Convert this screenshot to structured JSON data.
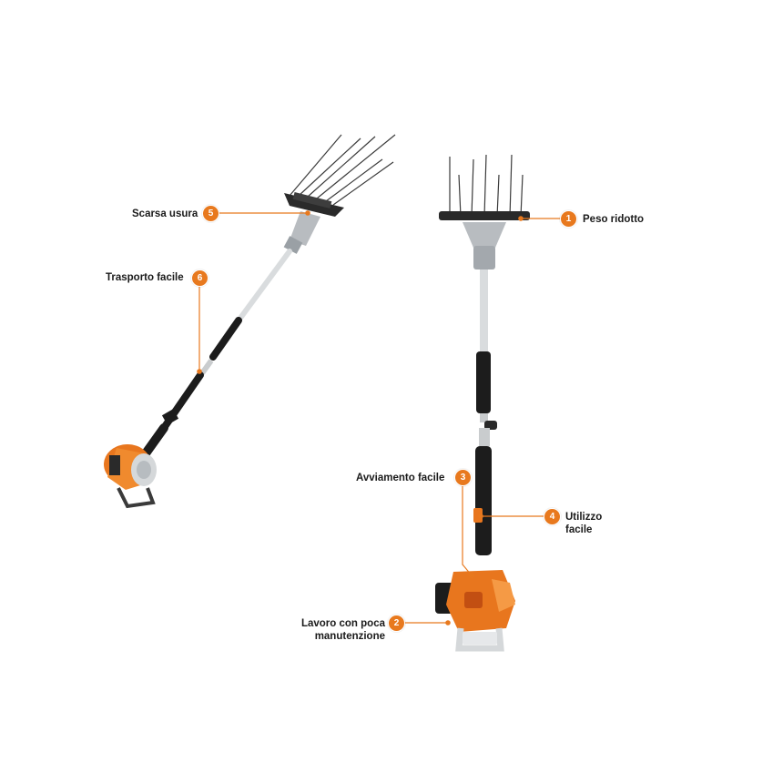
{
  "colors": {
    "accent": "#e8791e",
    "shaft_light": "#d9dcde",
    "shaft_dark": "#1c1c1c",
    "engine_orange": "#e8761e",
    "metal": "#b7bcc0"
  },
  "callouts": [
    {
      "number": "1",
      "lines": [
        "Peso ridotto"
      ]
    },
    {
      "number": "2",
      "lines": [
        "Lavoro con poca",
        "manutenzione"
      ]
    },
    {
      "number": "3",
      "lines": [
        "Avviamento facile"
      ]
    },
    {
      "number": "4",
      "lines": [
        "Utilizzo",
        "facile"
      ]
    },
    {
      "number": "5",
      "lines": [
        "Scarsa usura"
      ]
    },
    {
      "number": "6",
      "lines": [
        "Trasporto facile"
      ]
    }
  ]
}
